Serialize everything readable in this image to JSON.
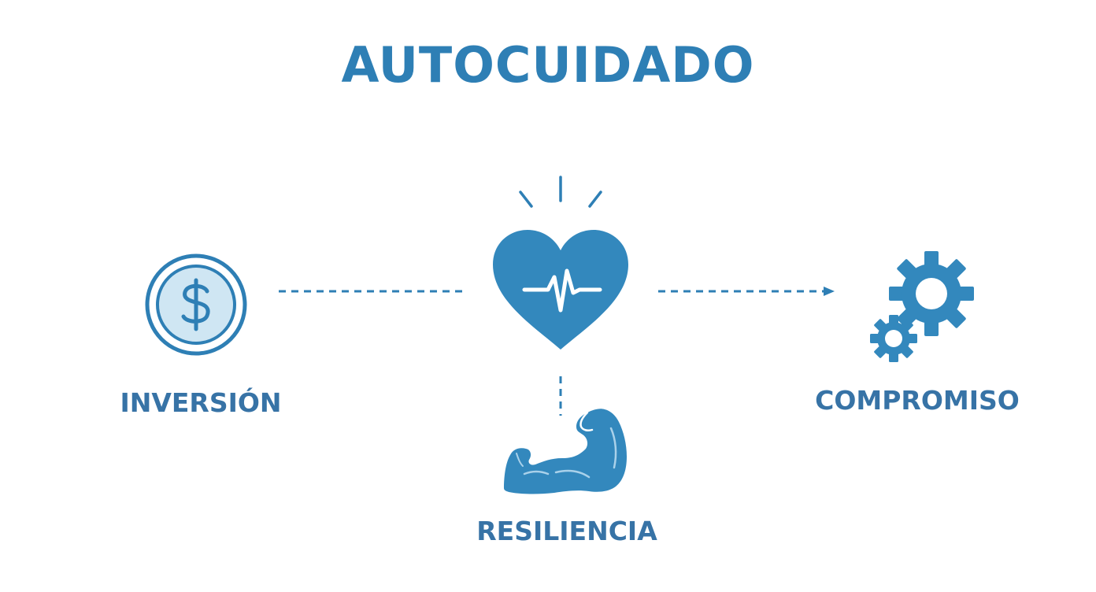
{
  "diagram": {
    "title": "AUTOCUIDADO",
    "nodes": {
      "inversion": {
        "label": "INVERSIÓN",
        "icon": "dollar-coin-icon"
      },
      "center": {
        "icon": "heartbeat-heart-icon"
      },
      "compromiso": {
        "label": "COMPROMISO",
        "icon": "gears-icon"
      },
      "resiliencia": {
        "label": "RESILIENCIA",
        "icon": "flexed-arm-icon"
      }
    },
    "colors": {
      "primary": "#2e7fb5",
      "label": "#3773a6",
      "light_fill": "#cfe6f3",
      "heart": "#3388bd"
    }
  }
}
